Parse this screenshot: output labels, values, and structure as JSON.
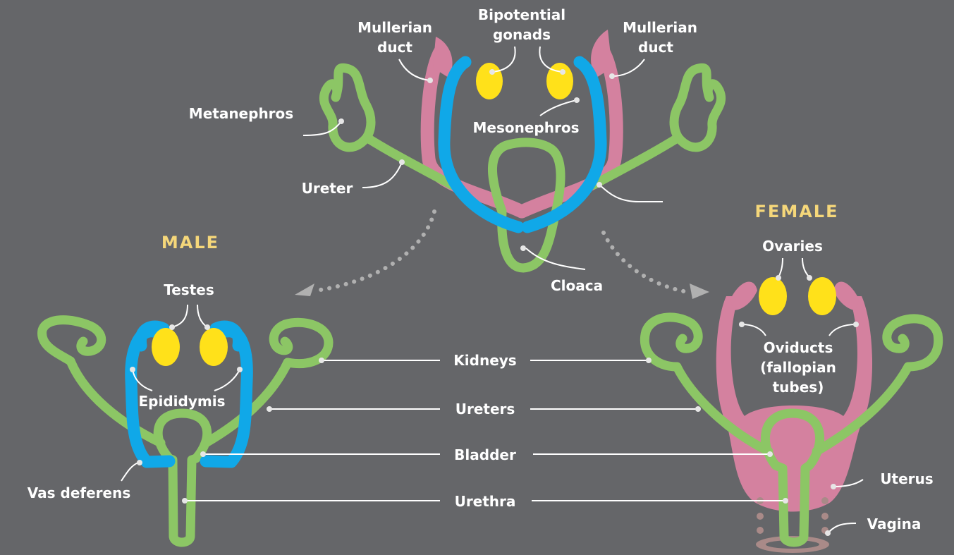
{
  "colors": {
    "background": "#656669",
    "kidney_ureter_bladder": "#8cc665",
    "mesonephric_duct": "#10a8e8",
    "mullerian_duct": "#d4819f",
    "gonad": "#ffe11a",
    "heading": "#f5d77a"
  },
  "headings": {
    "male": "MALE",
    "female": "FEMALE"
  },
  "top": {
    "mullerian_left": [
      "Mullerian",
      "duct"
    ],
    "bipotential": [
      "Bipotential",
      "gonads"
    ],
    "mullerian_right": [
      "Mullerian",
      "duct"
    ],
    "metanephros": "Metanephros",
    "mesonephros": "Mesonephros",
    "ureter": "Ureter",
    "cloaca": "Cloaca"
  },
  "male": {
    "testes": "Testes",
    "epididymis": "Epididymis",
    "vas_deferens": "Vas deferens"
  },
  "shared": {
    "kidneys": "Kidneys",
    "ureters": "Ureters",
    "bladder": "Bladder",
    "urethra": "Urethra"
  },
  "female": {
    "ovaries": "Ovaries",
    "oviducts": [
      "Oviducts",
      "(fallopian",
      "tubes)"
    ],
    "uterus": "Uterus",
    "vagina": "Vagina"
  }
}
